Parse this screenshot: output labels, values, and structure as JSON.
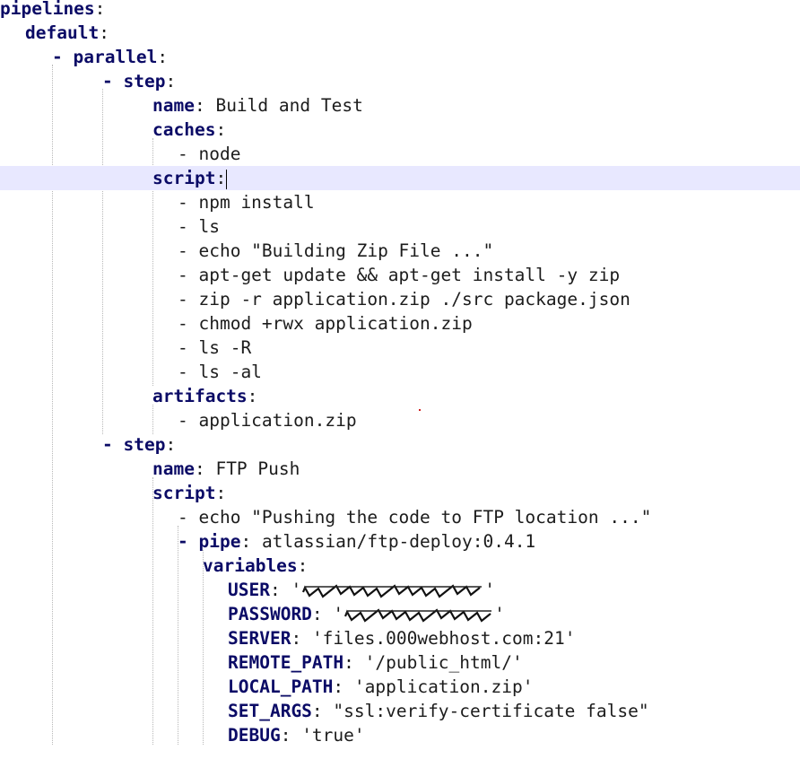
{
  "editor": {
    "lines": [
      {
        "key": "pipelines",
        "sep": ":"
      },
      {
        "key": "default",
        "sep": ":"
      },
      {
        "dash": "- ",
        "key": "parallel",
        "sep": ":"
      },
      {
        "dash": "- ",
        "key": "step",
        "sep": ":"
      },
      {
        "key": "name",
        "sep": ": ",
        "value": "Build and Test"
      },
      {
        "key": "caches",
        "sep": ":"
      },
      {
        "dash": "- ",
        "value": "node"
      },
      {
        "key": "script",
        "sep": ":",
        "current": true
      },
      {
        "dash": "- ",
        "value": "npm install"
      },
      {
        "dash": "- ",
        "value": "ls"
      },
      {
        "dash": "- ",
        "value": "echo \"Building Zip File ...\""
      },
      {
        "dash": "- ",
        "value": "apt-get update && apt-get install -y zip"
      },
      {
        "dash": "- ",
        "value": "zip -r application.zip ./src package.json"
      },
      {
        "dash": "- ",
        "value": "chmod +rwx application.zip"
      },
      {
        "dash": "- ",
        "value": "ls -R"
      },
      {
        "dash": "- ",
        "value": "ls -al"
      },
      {
        "key": "artifacts",
        "sep": ":"
      },
      {
        "dash": "- ",
        "value": "application.zip"
      },
      {
        "dash": "- ",
        "key": "step",
        "sep": ":"
      },
      {
        "key": "name",
        "sep": ": ",
        "value": "FTP Push"
      },
      {
        "key": "script",
        "sep": ":"
      },
      {
        "dash": "- ",
        "value": "echo \"Pushing the code to FTP location ...\""
      },
      {
        "dash": "- ",
        "key": "pipe",
        "sep": ": ",
        "value": "atlassian/ftp-deploy:0.4.1"
      },
      {
        "key": "variables",
        "sep": ":"
      },
      {
        "key": "USER",
        "sep": ": ",
        "value": "'",
        "redacted": true,
        "value_end": "'"
      },
      {
        "key": "PASSWORD",
        "sep": ": ",
        "value": "'",
        "redacted": true,
        "value_end": "'"
      },
      {
        "key": "SERVER",
        "sep": ": ",
        "value": "'files.000webhost.com:21'"
      },
      {
        "key": "REMOTE_PATH",
        "sep": ": ",
        "value": "'/public_html/'"
      },
      {
        "key": "LOCAL_PATH",
        "sep": ": ",
        "value": "'application.zip'"
      },
      {
        "key": "SET_ARGS",
        "sep": ": ",
        "value": "\"ssl:verify-certificate false\""
      },
      {
        "key": "DEBUG",
        "sep": ": ",
        "value": "'true'"
      }
    ]
  },
  "colors": {
    "key": "#0b0b66",
    "text": "#1c1c1c",
    "current_line": "#e8e8ff",
    "indent_guide": "#b8b8b8"
  }
}
